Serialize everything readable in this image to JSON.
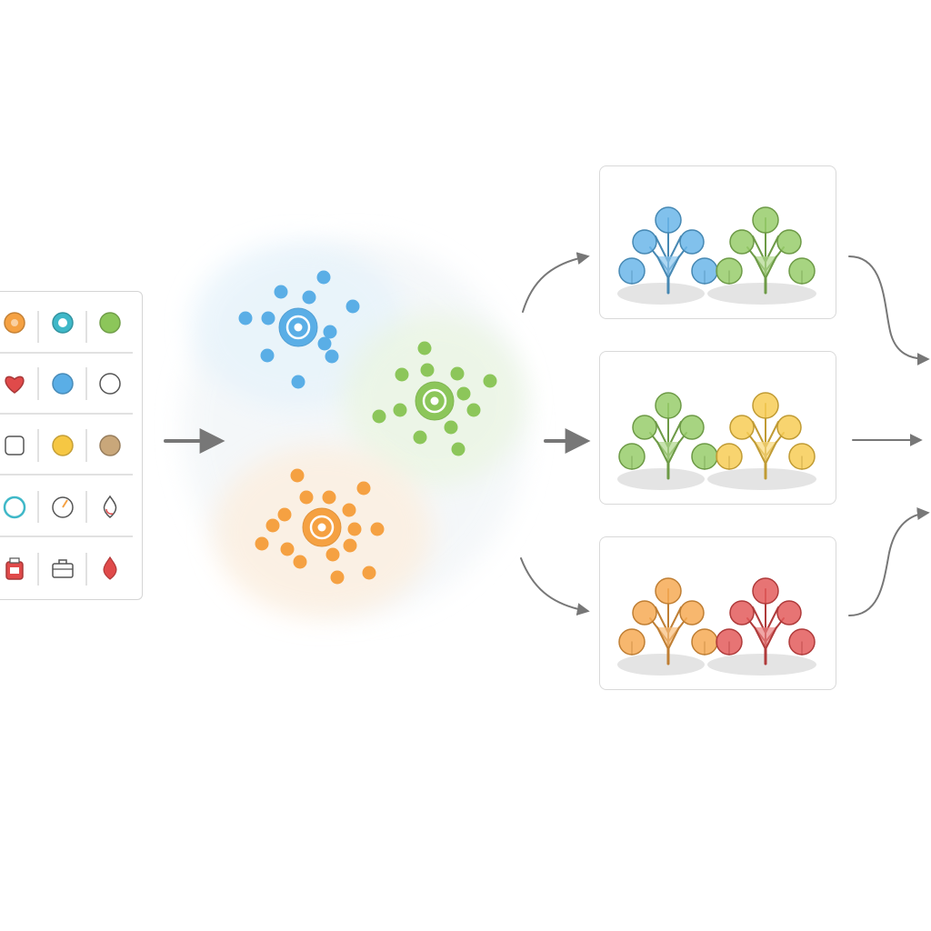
{
  "colors": {
    "blue": "#5aaee6",
    "blue_dark": "#3f8fcf",
    "green": "#8cc65a",
    "green_dark": "#6aa83c",
    "orange": "#f5a142",
    "orange_dark": "#e0852a",
    "red": "#e04a4a",
    "yellow": "#f6c743",
    "teal": "#3fb8c8",
    "tan": "#c9a77a",
    "arrow": "#777777"
  },
  "icon_grid": {
    "rows": [
      [
        "orange-dot-icon",
        "teal-ring-dot-icon",
        "green-dot-icon"
      ],
      [
        "red-heart-icon",
        "blue-dot-icon",
        "empty-circle-icon"
      ],
      [
        "rounded-square-icon",
        "yellow-dot-icon",
        "tan-dot-icon"
      ],
      [
        "teal-ring-icon",
        "timer-icon",
        "droplet-outline-icon"
      ],
      [
        "red-jar-icon",
        "toolbox-icon",
        "red-droplet-icon"
      ]
    ]
  },
  "clusters": [
    {
      "name": "blue-cluster",
      "color": "blue"
    },
    {
      "name": "green-cluster",
      "color": "green"
    },
    {
      "name": "orange-cluster",
      "color": "orange"
    }
  ],
  "result_cards": [
    {
      "name": "result-card-blue-green",
      "left_tree": "blue",
      "right_tree": "green"
    },
    {
      "name": "result-card-green-yellow",
      "left_tree": "green",
      "right_tree": "yellow"
    },
    {
      "name": "result-card-orange-red",
      "left_tree": "orange",
      "right_tree": "red"
    }
  ]
}
